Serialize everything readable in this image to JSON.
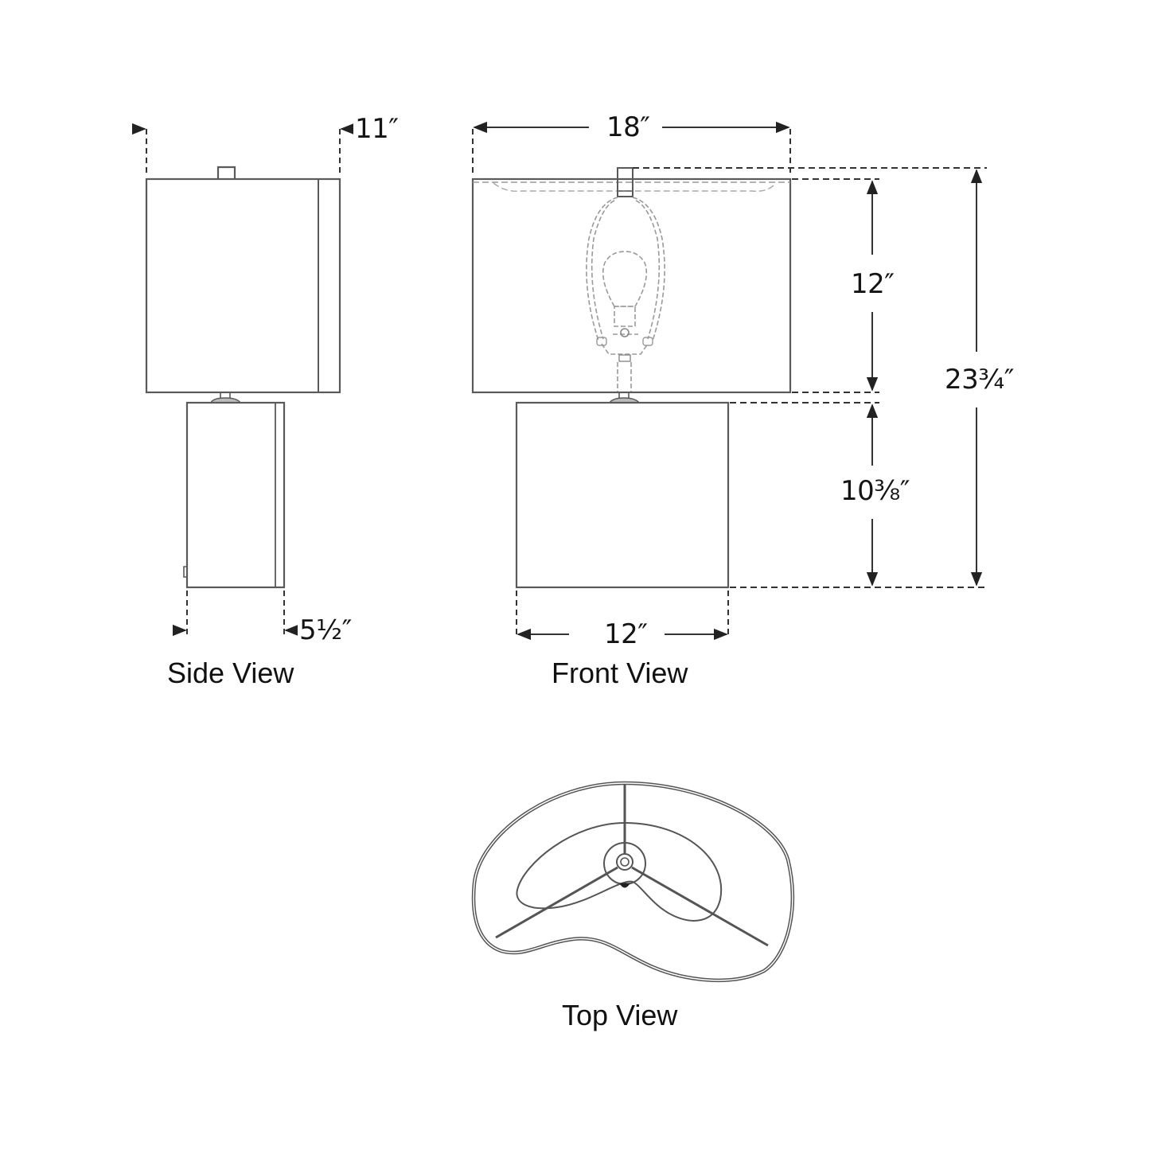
{
  "diagram": {
    "type": "dimension-drawing",
    "subject": "table lamp",
    "line_color": "#555555",
    "dim_line_color": "#333333",
    "text_color": "#141414"
  },
  "views": {
    "side": {
      "label": "Side View",
      "dimensions": {
        "shade_depth": "11″",
        "base_depth": "5½″"
      }
    },
    "front": {
      "label": "Front View",
      "dimensions": {
        "shade_width": "18″",
        "shade_height": "12″",
        "overall_height": "23¾″",
        "base_height": "10⅜″",
        "base_width": "12″"
      }
    },
    "top": {
      "label": "Top View"
    }
  }
}
